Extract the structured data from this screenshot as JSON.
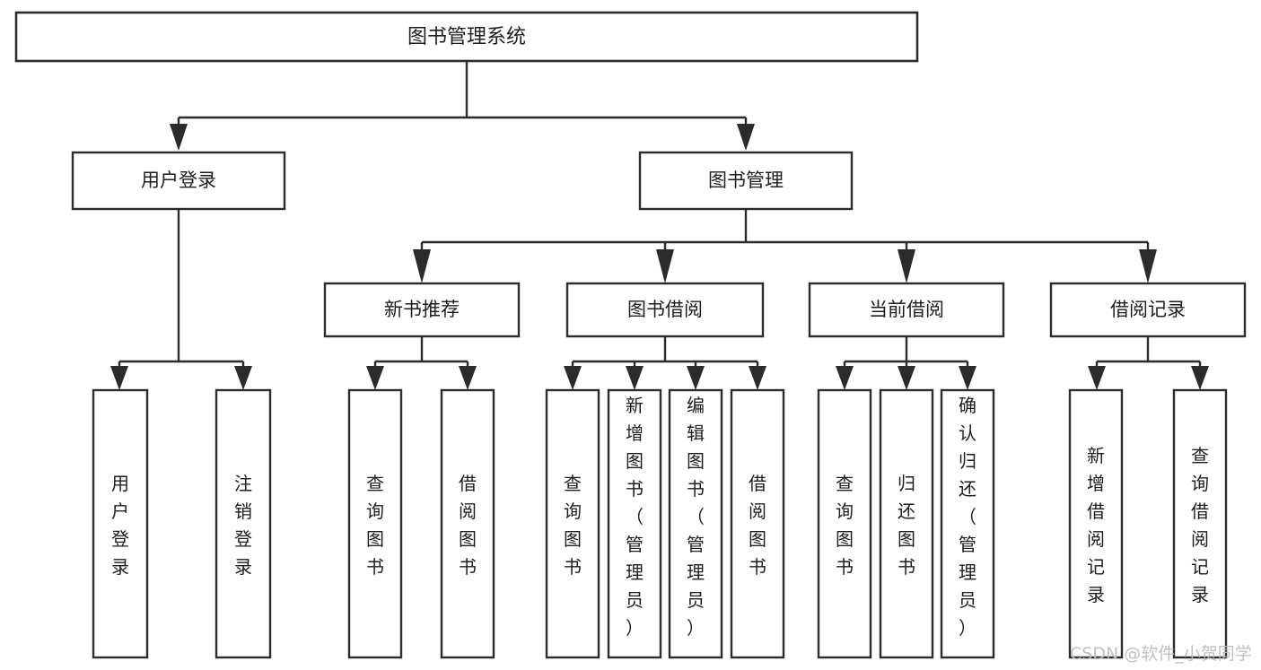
{
  "diagram": {
    "title": "图书管理系统",
    "type": "tree-hierarchy-chart",
    "watermark": "CSDN @软件_小贺同学",
    "colors": {
      "stroke": "#2b2b2b",
      "fill": "#ffffff",
      "text": "#1d1d1d",
      "watermark": "#bdbdbd",
      "background": "#ffffff"
    },
    "root": {
      "label": "图书管理系统"
    },
    "level2": [
      {
        "id": "user-login",
        "label": "用户登录"
      },
      {
        "id": "book-management",
        "label": "图书管理"
      }
    ],
    "level3": [
      {
        "id": "new-book-recommend",
        "label": "新书推荐",
        "parent": "book-management"
      },
      {
        "id": "book-borrow",
        "label": "图书借阅",
        "parent": "book-management"
      },
      {
        "id": "current-borrow",
        "label": "当前借阅",
        "parent": "book-management"
      },
      {
        "id": "borrow-record",
        "label": "借阅记录",
        "parent": "book-management"
      }
    ],
    "leaves": {
      "user-login": [
        {
          "id": "leaf-user-login",
          "label": "用户登录"
        },
        {
          "id": "leaf-logout-login",
          "label": "注销登录"
        }
      ],
      "new-book-recommend": [
        {
          "id": "leaf-query-book-1",
          "label": "查询图书"
        },
        {
          "id": "leaf-borrow-book-1",
          "label": "借阅图书"
        }
      ],
      "book-borrow": [
        {
          "id": "leaf-query-book-2",
          "label": "查询图书"
        },
        {
          "id": "leaf-add-book",
          "label": "新增图书（管理员）"
        },
        {
          "id": "leaf-edit-book",
          "label": "编辑图书（管理员）"
        },
        {
          "id": "leaf-borrow-book-2",
          "label": "借阅图书"
        }
      ],
      "current-borrow": [
        {
          "id": "leaf-query-book-3",
          "label": "查询图书"
        },
        {
          "id": "leaf-return-book",
          "label": "归还图书"
        },
        {
          "id": "leaf-confirm-return",
          "label": "确认归还（管理员）"
        }
      ],
      "borrow-record": [
        {
          "id": "leaf-add-record",
          "label": "新增借阅记录"
        },
        {
          "id": "leaf-query-record",
          "label": "查询借阅记录"
        }
      ]
    }
  }
}
